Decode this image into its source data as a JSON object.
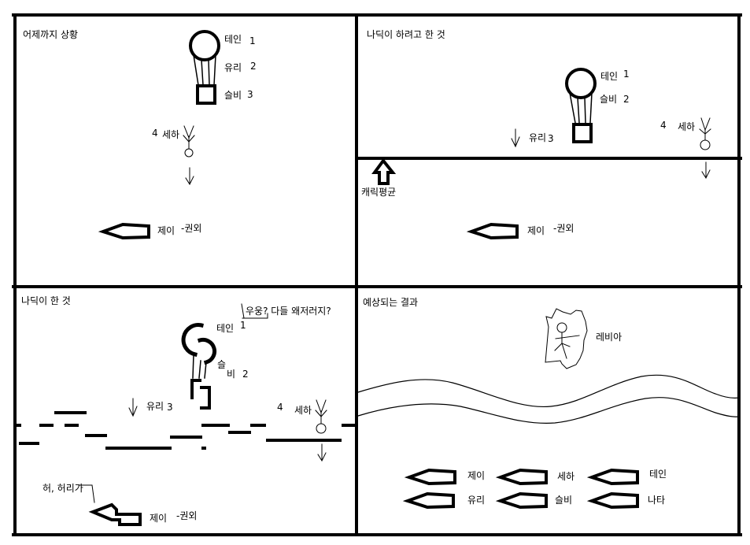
{
  "panels": {
    "p1": {
      "title": "어제까지 상황",
      "labels": {
        "tein": "테인",
        "tein_num": "1",
        "yuri": "유리",
        "yuri_num": "2",
        "seulbi": "슬비",
        "seulbi_num": "3",
        "seha_num": "4",
        "seha": "세하",
        "jay": "제이",
        "jay_note": "-권외"
      }
    },
    "p2": {
      "title": "나딕이 하려고 한 것",
      "labels": {
        "tein": "테인",
        "tein_num": "1",
        "seulbi": "슬비",
        "seulbi_num": "2",
        "yuri": "유리",
        "yuri_num": "3",
        "seha_num": "4",
        "seha": "세하",
        "avg_level": "캐릭평균",
        "jay": "제이",
        "jay_note": "-권외"
      }
    },
    "p3": {
      "title": "나딕이 한 것",
      "speech": "우웅? 다들 왜저러지?",
      "labels": {
        "tein": "테인",
        "tein_num": "1",
        "seulbi_a": "슬",
        "seulbi_b": "비",
        "seulbi_num": "2",
        "yuri": "유리",
        "yuri_num": "3",
        "seha_num": "4",
        "seha": "세하",
        "waist": "허, 허리가",
        "jay": "제이",
        "jay_note": "-권외"
      }
    },
    "p4": {
      "title": "예상되는 결과",
      "boss": "레비아",
      "arrows": [
        "제이",
        "세하",
        "테인",
        "유리",
        "슬비",
        "나타"
      ]
    }
  },
  "colors": {
    "ink": "#000000",
    "paper": "#ffffff"
  }
}
